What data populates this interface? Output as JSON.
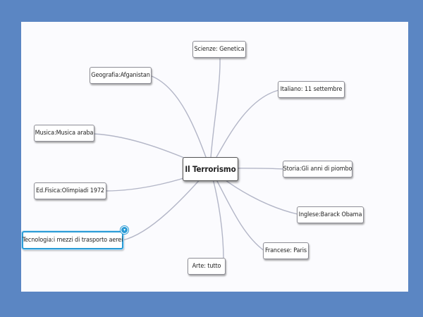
{
  "mindmap": {
    "central": {
      "label": "Il Terrorismo"
    },
    "branches": [
      {
        "id": "scienze",
        "label": "Scienze: Genetica"
      },
      {
        "id": "geografia",
        "label": "Geografia:Afganistan"
      },
      {
        "id": "italiano",
        "label": "Italiano: 11 settembre"
      },
      {
        "id": "musica",
        "label": "Musica:Musica araba"
      },
      {
        "id": "storia",
        "label": "Storia:Gli anni di piombo"
      },
      {
        "id": "edfisica",
        "label": "Ed.Fisica:Olimpiadi 1972"
      },
      {
        "id": "inglese",
        "label": "Inglese:Barack Obama"
      },
      {
        "id": "tecnologia",
        "label": "Tecnologia:i mezzi di trasporto aerei",
        "selected": true
      },
      {
        "id": "francese",
        "label": "Francese: Paris"
      },
      {
        "id": "arte",
        "label": "Arte: tutto"
      }
    ]
  },
  "colors": {
    "background": "#5b86c3",
    "canvas": "#fbfbfe",
    "connector": "#b3b6c7",
    "selection": "#2a9bd6"
  },
  "icons": {
    "selection_handle": "chevron-down-icon"
  }
}
